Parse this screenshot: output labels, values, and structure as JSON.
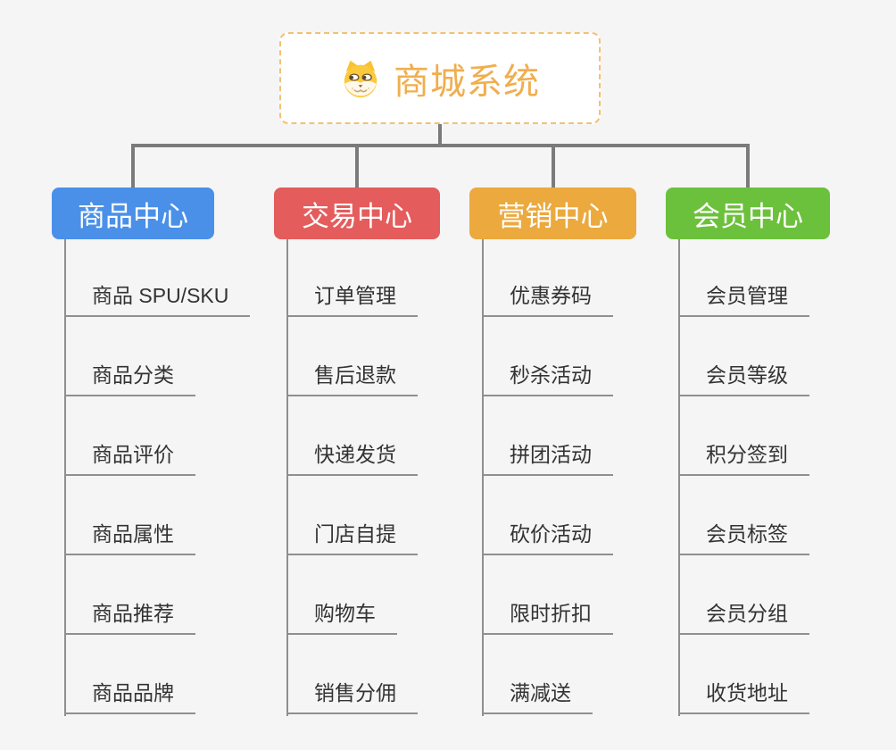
{
  "root": {
    "title": "商城系统",
    "icon": "dog-face-icon"
  },
  "branches": [
    {
      "label": "商品中心",
      "color": "#4a90e8",
      "items": [
        "商品 SPU/SKU",
        "商品分类",
        "商品评价",
        "商品属性",
        "商品推荐",
        "商品品牌"
      ]
    },
    {
      "label": "交易中心",
      "color": "#e45c5c",
      "items": [
        "订单管理",
        "售后退款",
        "快递发货",
        "门店自提",
        "购物车",
        "销售分佣"
      ]
    },
    {
      "label": "营销中心",
      "color": "#eba93e",
      "items": [
        "优惠券码",
        "秒杀活动",
        "拼团活动",
        "砍价活动",
        "限时折扣",
        "满减送"
      ]
    },
    {
      "label": "会员中心",
      "color": "#6cc13c",
      "items": [
        "会员管理",
        "会员等级",
        "积分签到",
        "会员标签",
        "会员分组",
        "收货地址"
      ]
    }
  ],
  "colors": {
    "canvas_background": "#f5f5f6",
    "root_border": "#f3c173",
    "root_title": "#f0ae4e",
    "connector_level1": "#7b7b7b",
    "connector_level2": "#8f8f8f",
    "leaf_text": "#333333"
  }
}
